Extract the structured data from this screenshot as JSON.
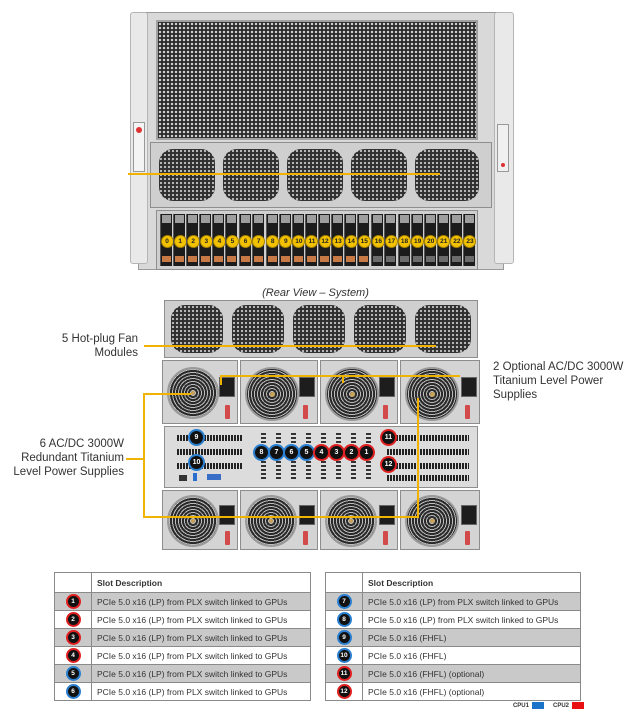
{
  "front_view": {
    "drive_bays": [
      "0",
      "1",
      "2",
      "3",
      "4",
      "5",
      "6",
      "7",
      "8",
      "9",
      "10",
      "11",
      "12",
      "13",
      "14",
      "15",
      "16",
      "17",
      "18",
      "19",
      "20",
      "21",
      "22",
      "23"
    ],
    "fan_count": 5
  },
  "rear_view": {
    "caption": "(Rear View – System)",
    "callouts": {
      "fans": [
        "5 Hot-plug Fan",
        "Modules"
      ],
      "optional_psu": [
        "2 Optional AC/DC 3000W",
        "Titanium Level Power",
        "Supplies"
      ],
      "redundant_psu": [
        "6 AC/DC 3000W",
        "Redundant Titanium",
        "Level Power Supplies"
      ]
    },
    "slot_badges_center": [
      {
        "n": "8",
        "cpu": "CPU1"
      },
      {
        "n": "7",
        "cpu": "CPU1"
      },
      {
        "n": "6",
        "cpu": "CPU1"
      },
      {
        "n": "5",
        "cpu": "CPU1"
      },
      {
        "n": "4",
        "cpu": "CPU2"
      },
      {
        "n": "3",
        "cpu": "CPU2"
      },
      {
        "n": "2",
        "cpu": "CPU2"
      },
      {
        "n": "1",
        "cpu": "CPU2"
      }
    ],
    "slot_badges_left": [
      {
        "n": "9",
        "cpu": "CPU1"
      },
      {
        "n": "10",
        "cpu": "CPU1"
      }
    ],
    "slot_badges_right": [
      {
        "n": "11",
        "cpu": "CPU2"
      },
      {
        "n": "12",
        "cpu": "CPU2"
      }
    ]
  },
  "tables": [
    {
      "header": "Slot Description",
      "rows": [
        {
          "n": "1",
          "cpu": "CPU2",
          "desc": "PCIe 5.0 x16 (LP) from PLX switch linked to GPUs"
        },
        {
          "n": "2",
          "cpu": "CPU2",
          "desc": "PCIe 5.0 x16 (LP) from PLX switch linked to GPUs"
        },
        {
          "n": "3",
          "cpu": "CPU2",
          "desc": "PCIe 5.0 x16 (LP) from PLX switch linked to GPUs"
        },
        {
          "n": "4",
          "cpu": "CPU2",
          "desc": "PCIe 5.0 x16 (LP) from PLX switch linked to GPUs"
        },
        {
          "n": "5",
          "cpu": "CPU1",
          "desc": "PCIe 5.0 x16 (LP) from PLX switch linked to GPUs"
        },
        {
          "n": "6",
          "cpu": "CPU1",
          "desc": "PCIe 5.0 x16 (LP) from PLX switch linked to GPUs"
        }
      ]
    },
    {
      "header": "Slot Description",
      "rows": [
        {
          "n": "7",
          "cpu": "CPU1",
          "desc": "PCIe 5.0 x16 (LP) from PLX switch linked to GPUs"
        },
        {
          "n": "8",
          "cpu": "CPU1",
          "desc": "PCIe 5.0 x16 (LP) from PLX switch linked to GPUs"
        },
        {
          "n": "9",
          "cpu": "CPU1",
          "desc": "PCIe 5.0 x16 (FHFL)"
        },
        {
          "n": "10",
          "cpu": "CPU1",
          "desc": "PCIe 5.0 x16 (FHFL)"
        },
        {
          "n": "11",
          "cpu": "CPU2",
          "desc": "PCIe 5.0 x16 (FHFL) (optional)"
        },
        {
          "n": "12",
          "cpu": "CPU2",
          "desc": "PCIe 5.0 x16 (FHFL) (optional)"
        }
      ]
    }
  ],
  "legend": [
    {
      "label": "CPU1",
      "color": "#1a73c8"
    },
    {
      "label": "CPU2",
      "color": "#e81010"
    }
  ],
  "colors": {
    "callout_line": "#f0b400",
    "cpu1": "#2a7fd0",
    "cpu2": "#e02020"
  }
}
